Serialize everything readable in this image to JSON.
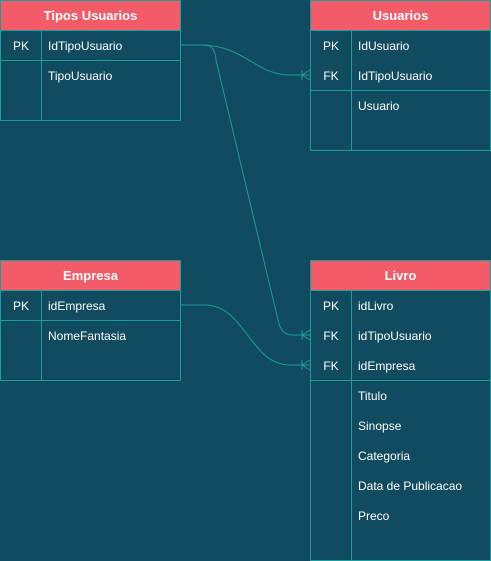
{
  "colors": {
    "background": "#114b5f",
    "header": "#f45b69",
    "border": "#1a9e9a",
    "text": "#ffffff"
  },
  "entities": {
    "tipos_usuarios": {
      "title": "Tipos Usuarios",
      "rows": [
        {
          "key": "PK",
          "field": "IdTipoUsuario"
        },
        {
          "key": "",
          "field": "TipoUsuario"
        }
      ]
    },
    "usuarios": {
      "title": "Usuarios",
      "rows": [
        {
          "key": "PK",
          "field": "IdUsuario"
        },
        {
          "key": "FK",
          "field": "IdTipoUsuario"
        },
        {
          "key": "",
          "field": "Usuario"
        }
      ]
    },
    "empresa": {
      "title": "Empresa",
      "rows": [
        {
          "key": "PK",
          "field": "idEmpresa"
        },
        {
          "key": "",
          "field": "NomeFantasia"
        }
      ]
    },
    "livro": {
      "title": "Livro",
      "rows": [
        {
          "key": "PK",
          "field": "idLivro"
        },
        {
          "key": "FK",
          "field": "idTipoUsuario"
        },
        {
          "key": "FK",
          "field": "idEmpresa"
        },
        {
          "key": "",
          "field": "Titulo"
        },
        {
          "key": "",
          "field": "Sinopse"
        },
        {
          "key": "",
          "field": "Categoria"
        },
        {
          "key": "",
          "field": "Data de Publicacao"
        },
        {
          "key": "",
          "field": "Preco"
        }
      ]
    }
  },
  "relationships": [
    {
      "from": "tipos_usuarios.IdTipoUsuario",
      "to": "usuarios.IdTipoUsuario",
      "cardinality": "one-to-many"
    },
    {
      "from": "tipos_usuarios.IdTipoUsuario",
      "to": "livro.idTipoUsuario",
      "cardinality": "one-to-many"
    },
    {
      "from": "empresa.idEmpresa",
      "to": "livro.idEmpresa",
      "cardinality": "one-to-many"
    }
  ]
}
